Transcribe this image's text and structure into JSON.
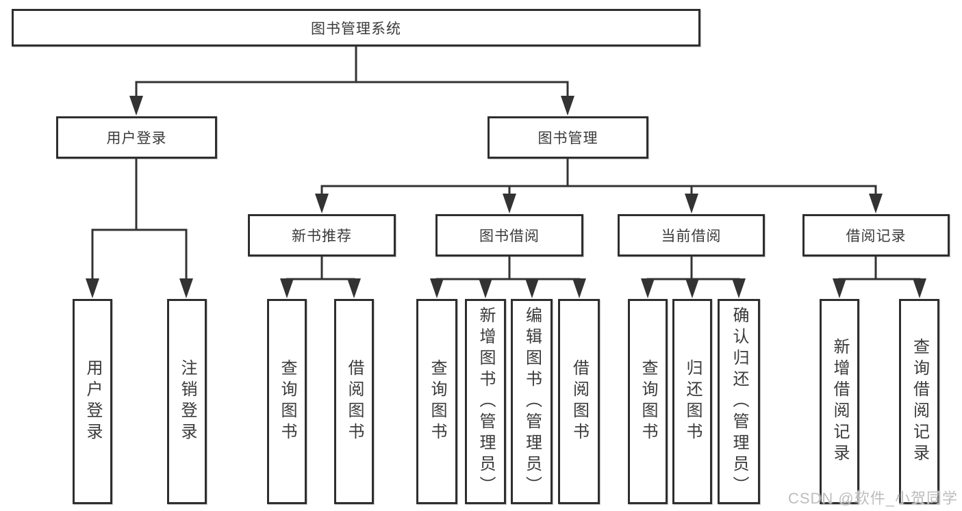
{
  "colors": {
    "background": "#ffffff",
    "line": "#333333",
    "box_border": "#2e2e2e",
    "box_background": "#ffffff",
    "text": "#3a3a3a",
    "watermark": "#bdbdbd"
  },
  "watermark": {
    "text": "CSDN @软件_小贺同学"
  },
  "tree": {
    "root": {
      "label": "图书管理系统"
    },
    "user_login": {
      "label": "用户登录",
      "children": [
        {
          "label": "用户登录"
        },
        {
          "label": "注销登录"
        }
      ]
    },
    "book_mgmt": {
      "label": "图书管理",
      "children": [
        {
          "label": "新书推荐",
          "children": [
            {
              "label": "查询图书"
            },
            {
              "label": "借阅图书"
            }
          ]
        },
        {
          "label": "图书借阅",
          "children": [
            {
              "label": "查询图书"
            },
            {
              "label": "新增图书（管理员）"
            },
            {
              "label": "编辑图书（管理员）"
            },
            {
              "label": "借阅图书"
            }
          ]
        },
        {
          "label": "当前借阅",
          "children": [
            {
              "label": "查询图书"
            },
            {
              "label": "归还图书"
            },
            {
              "label": "确认归还（管理员）"
            }
          ]
        },
        {
          "label": "借阅记录",
          "children": [
            {
              "label": "新增借阅记录"
            },
            {
              "label": "查询借阅记录"
            }
          ]
        }
      ]
    }
  }
}
